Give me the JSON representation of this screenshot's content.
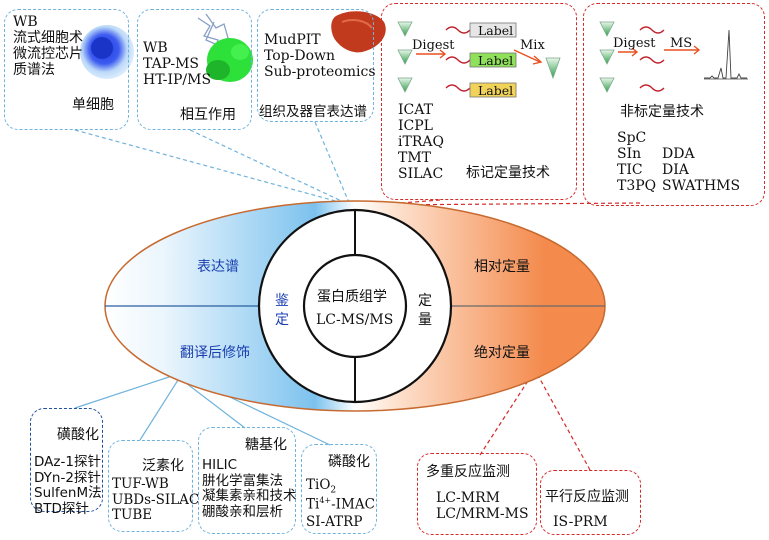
{
  "top_boxes": {
    "single_cell": {
      "items": [
        "WB",
        "流式细胞术",
        "微流控芯片",
        "质谱法"
      ],
      "title": "单细胞"
    },
    "interaction": {
      "items": [
        "WB",
        "TAP-MS",
        "HT-IP/MS"
      ],
      "title": "相互作用"
    },
    "tissue": {
      "items": [
        "MudPIT",
        "Top-Down",
        "Sub-proteomics"
      ],
      "title": "组织及器官表达谱"
    },
    "labeled": {
      "labels": [
        "Label",
        "Label",
        "Label"
      ],
      "digest": "Digest",
      "mix": "Mix",
      "methods": [
        "ICAT",
        "ICPL",
        "iTRAQ",
        "TMT",
        "SILAC"
      ],
      "title": "标记定量技术"
    },
    "label_free": {
      "digest": "Digest",
      "ms": "MS",
      "title": "非标定量技术",
      "col1": [
        "SpC",
        "SIn",
        "TIC",
        "T3PQ"
      ],
      "col2": [
        "DDA",
        "DIA",
        "SWATHMS"
      ]
    }
  },
  "ellipse": {
    "left_top": "表达谱",
    "left_bottom": "翻译后修饰",
    "right_top": "相对定量",
    "right_bottom": "绝对定量",
    "ring_left": "鉴定",
    "ring_right": "定量",
    "center_title": "蛋白质组学",
    "center_method": "LC-MS/MS"
  },
  "bottom_boxes": {
    "sulfenylation": {
      "title": "磺酸化",
      "items": [
        "DAz-1探针",
        "DYn-2探针",
        "SulfenM法",
        "BTD探针"
      ]
    },
    "ubiquitination": {
      "title": "泛素化",
      "items": [
        "TUF-WB",
        "UBDs-SILAC",
        "TUBE"
      ]
    },
    "glycosylation": {
      "title": "糖基化",
      "items": [
        "HILIC",
        "肼化学富集法",
        "凝集素亲和技术",
        "硼酸亲和层析"
      ]
    },
    "phosphorylation": {
      "title": "磷酸化",
      "items": [
        "TiO",
        "Ti4+-IMAC",
        "SI-ATRP"
      ],
      "tio_sub": "2",
      "ti_base": "Ti",
      "ti_sup": "4+",
      "ti_rest": "-IMAC"
    },
    "mrm": {
      "title": "多重反应监测",
      "items": [
        "LC-MRM",
        "LC/MRM-MS"
      ]
    },
    "prm": {
      "title": "平行反应监测",
      "items": [
        "IS-PRM"
      ]
    }
  },
  "colors": {
    "blue_dash": "#6fb3dc",
    "navy_dash": "#1e4f9c",
    "red_dash": "#d42a2a",
    "ellipse_left": "#3a9de0",
    "ellipse_right": "#f07a3a",
    "accent_text": "#1a3fb0"
  }
}
